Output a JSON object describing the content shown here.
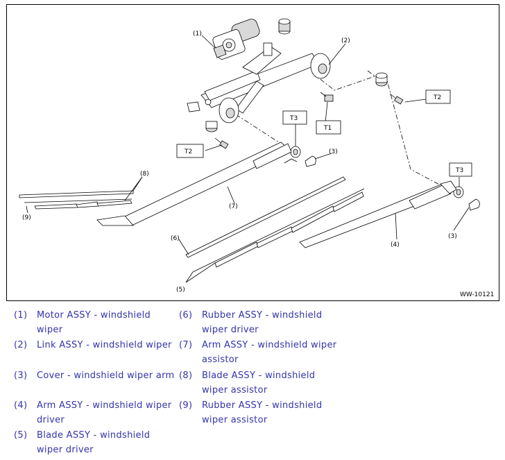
{
  "figure": {
    "id": "WW-10121",
    "callouts": [
      "(1)",
      "(2)",
      "(3)",
      "(3)",
      "(4)",
      "(5)",
      "(6)",
      "(7)",
      "(8)",
      "(9)"
    ],
    "torque_labels": [
      "T1",
      "T2",
      "T2",
      "T3",
      "T3"
    ]
  },
  "legend": [
    {
      "num": "(1)",
      "text": "Motor ASSY - windshield wiper"
    },
    {
      "num": "(2)",
      "text": "Link ASSY - windshield wiper"
    },
    {
      "num": "(3)",
      "text": "Cover - windshield wiper arm"
    },
    {
      "num": "(4)",
      "text": "Arm ASSY - windshield wiper driver"
    },
    {
      "num": "(5)",
      "text": "Blade ASSY - windshield wiper driver"
    },
    {
      "num": "(6)",
      "text": "Rubber ASSY - windshield wiper driver"
    },
    {
      "num": "(7)",
      "text": "Arm ASSY - windshield wiper assistor"
    },
    {
      "num": "(8)",
      "text": "Blade ASSY - windshield wiper assistor"
    },
    {
      "num": "(9)",
      "text": "Rubber ASSY - windshield wiper assistor"
    }
  ],
  "colors": {
    "legend_text": "#3333aa",
    "line": "#000000"
  }
}
